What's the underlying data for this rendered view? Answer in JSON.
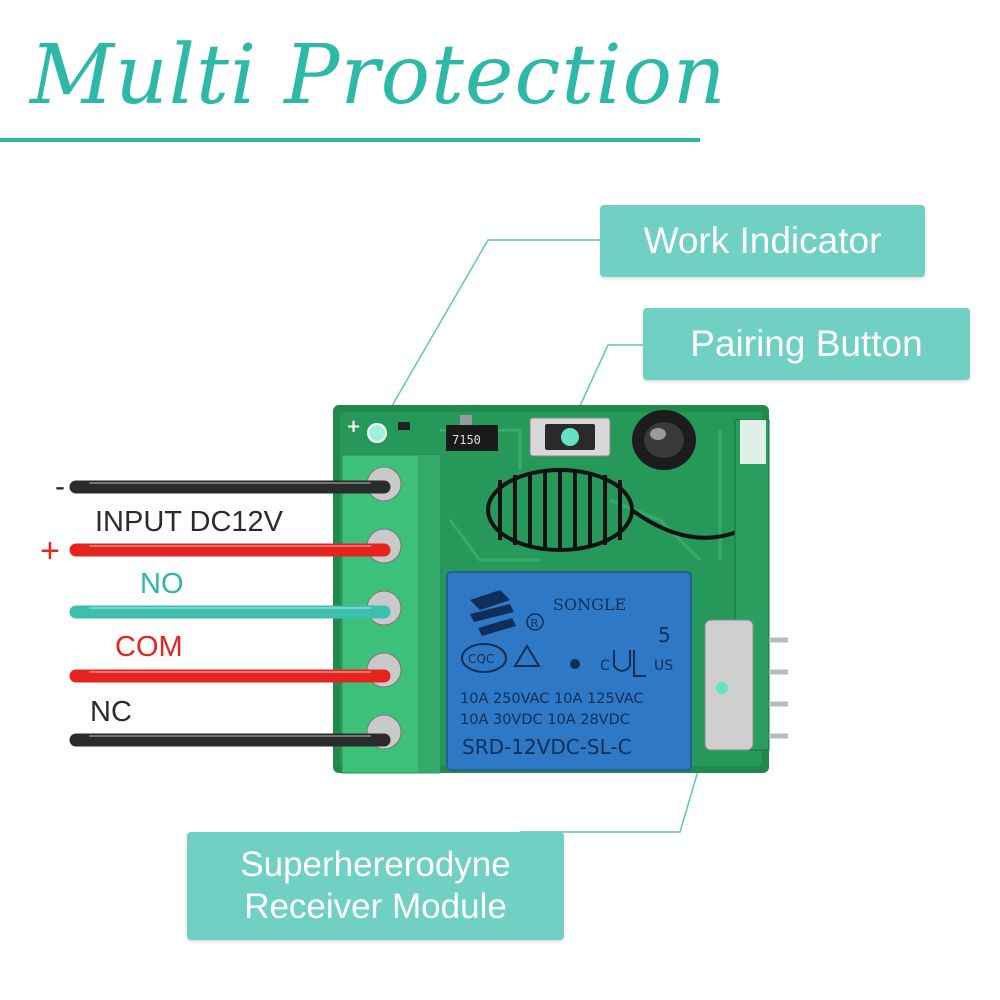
{
  "title": "Multi Protection",
  "callouts": {
    "work_indicator": "Work Indicator",
    "pairing_button": "Pairing Button",
    "receiver_line1": "Superhererodyne",
    "receiver_line2": "Receiver Module"
  },
  "wires": {
    "minus_sign": "-",
    "input_label": "INPUT DC12V",
    "plus_sign": "+",
    "no_label": "NO",
    "com_label": "COM",
    "nc_label": "NC"
  },
  "board": {
    "plus_mark": "+",
    "chip_code": "7150",
    "relay_brand": "SONGLE",
    "relay_cqc": "CQC",
    "relay_number": "5",
    "relay_c": "C",
    "relay_us": "US",
    "relay_rating_1": "10A  250VAC  10A  125VAC",
    "relay_rating_2": "10A   30VDC   10A   28VDC",
    "relay_model": "SRD-12VDC-SL-C"
  },
  "colors": {
    "accent": "#2db8a8",
    "callout_bg": "#6fd0c3",
    "wire_black": "#2b2b2b",
    "wire_red": "#e52420",
    "wire_teal": "#3cbfae",
    "pcb_green": "#1f8a4c",
    "relay_blue": "#2f78c6"
  }
}
